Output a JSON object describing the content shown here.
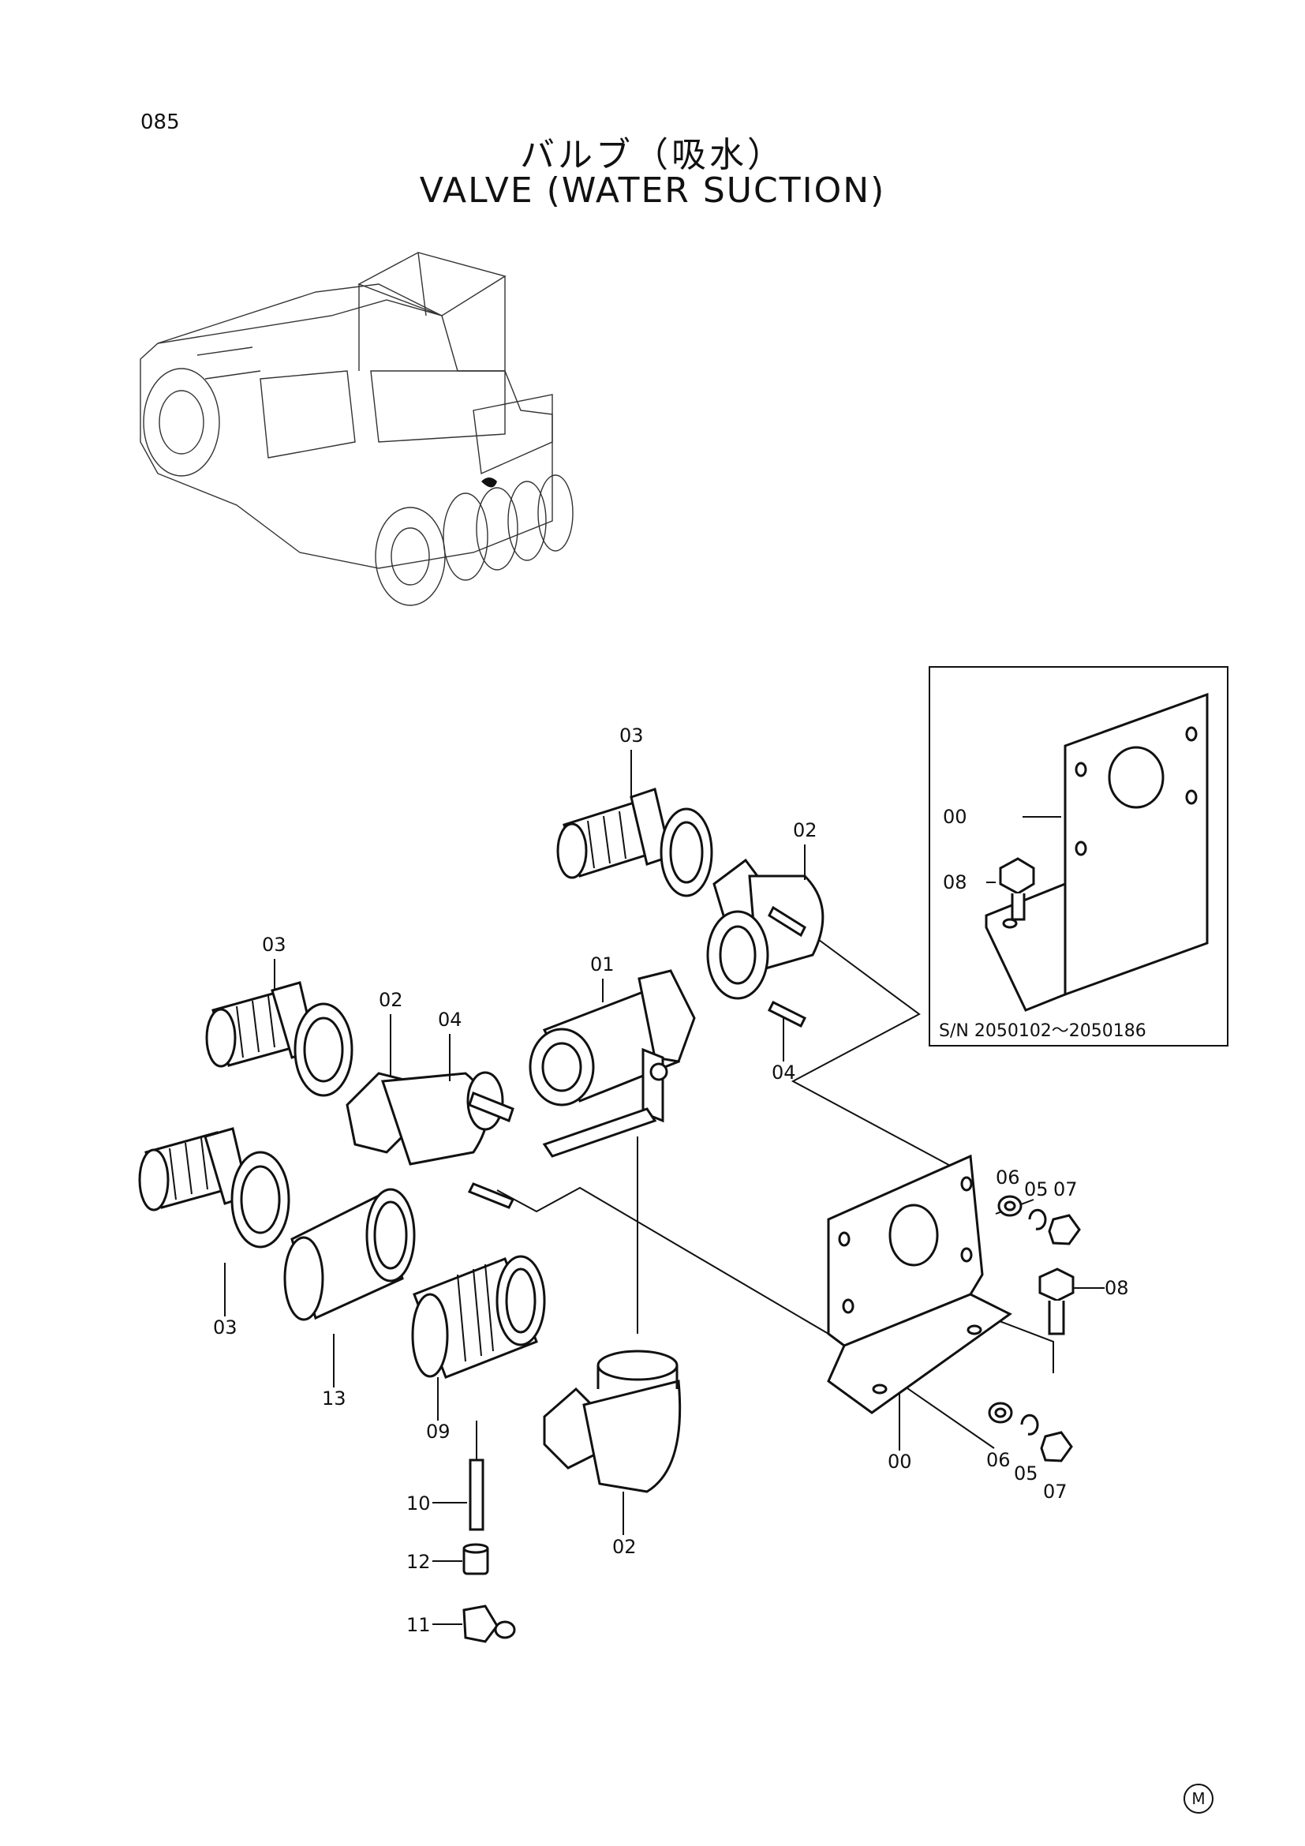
{
  "header": {
    "page_number": "085",
    "title_jp": "バルブ（吸水）",
    "title_en": "VALVE (WATER SUCTION)"
  },
  "inset": {
    "serial_range": "S/N  2050102～2050186",
    "labels": [
      "00",
      "08"
    ]
  },
  "callouts": [
    {
      "id": "03a",
      "text": "03"
    },
    {
      "id": "02a",
      "text": "02"
    },
    {
      "id": "03b",
      "text": "03"
    },
    {
      "id": "02b",
      "text": "02"
    },
    {
      "id": "04a",
      "text": "04"
    },
    {
      "id": "01",
      "text": "01"
    },
    {
      "id": "04b",
      "text": "04"
    },
    {
      "id": "03c",
      "text": "03"
    },
    {
      "id": "13",
      "text": "13"
    },
    {
      "id": "09",
      "text": "09"
    },
    {
      "id": "10",
      "text": "10"
    },
    {
      "id": "12",
      "text": "12"
    },
    {
      "id": "11",
      "text": "11"
    },
    {
      "id": "02c",
      "text": "02"
    },
    {
      "id": "00",
      "text": "00"
    },
    {
      "id": "06a",
      "text": "06"
    },
    {
      "id": "05a",
      "text": "05"
    },
    {
      "id": "07a",
      "text": "07"
    },
    {
      "id": "08",
      "text": "08"
    },
    {
      "id": "06b",
      "text": "06"
    },
    {
      "id": "05b",
      "text": "05"
    },
    {
      "id": "07b",
      "text": "07"
    }
  ],
  "corner_mark": "M"
}
